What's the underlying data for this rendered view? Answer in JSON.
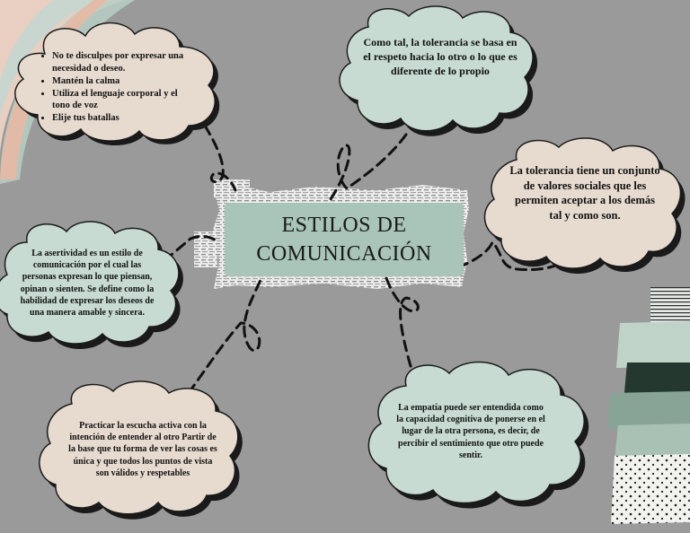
{
  "colors": {
    "background": "#9a9a9a",
    "beige_cloud": "#e7dbd0",
    "mint_cloud": "#c7dbd3",
    "title_box": "#a9c4b9",
    "outline": "#1a1a1a"
  },
  "title": {
    "line1": "ESTILOS DE",
    "line2": "COMUNICACIÓN"
  },
  "nodes": {
    "tips": {
      "items": [
        "No te disculpes por expresar una necesidad o deseo.",
        "Mantén la calma",
        "Utiliza el lenguaje corporal y el tono de voz",
        "Elije tus batallas"
      ]
    },
    "tolerance_respect": "Como tal, la tolerancia se basa en el respeto hacia lo otro o lo que es diferente de lo propio",
    "tolerance_values": "La tolerancia tiene un conjunto de valores sociales que les permiten aceptar a los demás tal y como son.",
    "assertiveness": "La asertividad es un estilo de comunicación por el cual las personas expresan lo que piensan, opinan o sienten. Se define como la habilidad de expresar los deseos de una manera amable y sincera.",
    "active_listening": "Practicar la escucha activa con la intención de entender al otro Partir de la base que tu forma de ver las cosas es única y que todos los puntos de vista son válidos y respetables",
    "empathy": "La empatía puede ser entendida como la capacidad cognitiva de ponerse en el lugar de la otra persona, es decir, de percibir el sentimiento que otro puede sentir."
  }
}
